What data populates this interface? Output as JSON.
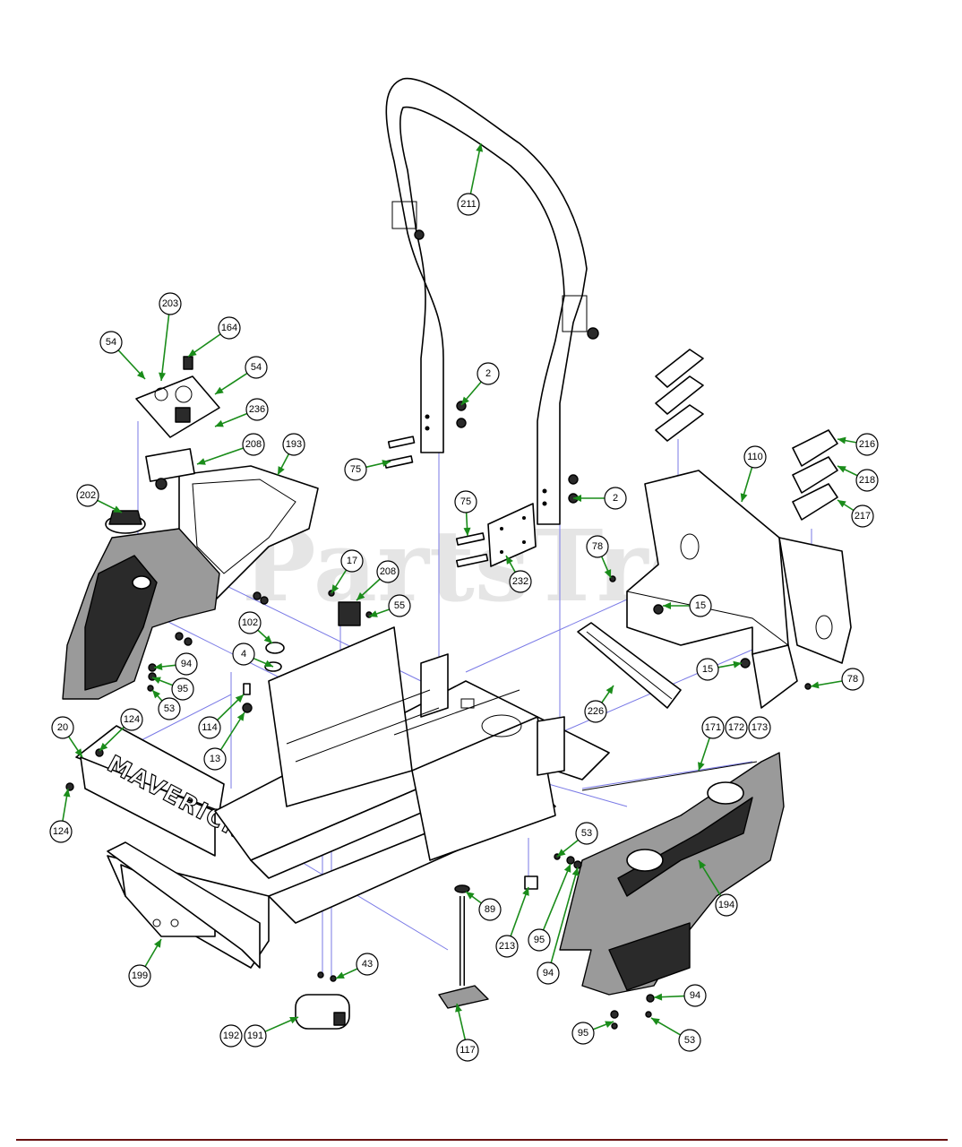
{
  "diagram": {
    "watermark": "PartsTree",
    "brand_text": "MAVERICK",
    "colors": {
      "leader": "#1a8c1a",
      "guide": "#7a7ae6",
      "footer_rule": "#6a1010"
    },
    "callouts": [
      {
        "id": "211",
        "label": "211"
      },
      {
        "id": "203",
        "label": "203"
      },
      {
        "id": "164",
        "label": "164"
      },
      {
        "id": "54a",
        "label": "54"
      },
      {
        "id": "54b",
        "label": "54"
      },
      {
        "id": "236",
        "label": "236"
      },
      {
        "id": "208a",
        "label": "208"
      },
      {
        "id": "193",
        "label": "193"
      },
      {
        "id": "202",
        "label": "202"
      },
      {
        "id": "2a",
        "label": "2"
      },
      {
        "id": "75a",
        "label": "75"
      },
      {
        "id": "75b",
        "label": "75"
      },
      {
        "id": "2b",
        "label": "2"
      },
      {
        "id": "232",
        "label": "232"
      },
      {
        "id": "110",
        "label": "110"
      },
      {
        "id": "216",
        "label": "216"
      },
      {
        "id": "218",
        "label": "218"
      },
      {
        "id": "217",
        "label": "217"
      },
      {
        "id": "78a",
        "label": "78"
      },
      {
        "id": "15a",
        "label": "15"
      },
      {
        "id": "17",
        "label": "17"
      },
      {
        "id": "208b",
        "label": "208"
      },
      {
        "id": "55",
        "label": "55"
      },
      {
        "id": "102",
        "label": "102"
      },
      {
        "id": "4",
        "label": "4"
      },
      {
        "id": "94a",
        "label": "94"
      },
      {
        "id": "95a",
        "label": "95"
      },
      {
        "id": "53a",
        "label": "53"
      },
      {
        "id": "114",
        "label": "114"
      },
      {
        "id": "13",
        "label": "13"
      },
      {
        "id": "15b",
        "label": "15"
      },
      {
        "id": "78b",
        "label": "78"
      },
      {
        "id": "226",
        "label": "226"
      },
      {
        "id": "20",
        "label": "20"
      },
      {
        "id": "124a",
        "label": "124"
      },
      {
        "id": "124b",
        "label": "124"
      },
      {
        "id": "171",
        "label": "171"
      },
      {
        "id": "172",
        "label": "172"
      },
      {
        "id": "173",
        "label": "173"
      },
      {
        "id": "53b",
        "label": "53"
      },
      {
        "id": "89",
        "label": "89"
      },
      {
        "id": "213",
        "label": "213"
      },
      {
        "id": "95b",
        "label": "95"
      },
      {
        "id": "94b",
        "label": "94"
      },
      {
        "id": "194",
        "label": "194"
      },
      {
        "id": "199",
        "label": "199"
      },
      {
        "id": "43",
        "label": "43"
      },
      {
        "id": "192",
        "label": "192"
      },
      {
        "id": "191",
        "label": "191"
      },
      {
        "id": "117",
        "label": "117"
      },
      {
        "id": "94c",
        "label": "94"
      },
      {
        "id": "95c",
        "label": "95"
      },
      {
        "id": "53c",
        "label": "53"
      }
    ]
  }
}
